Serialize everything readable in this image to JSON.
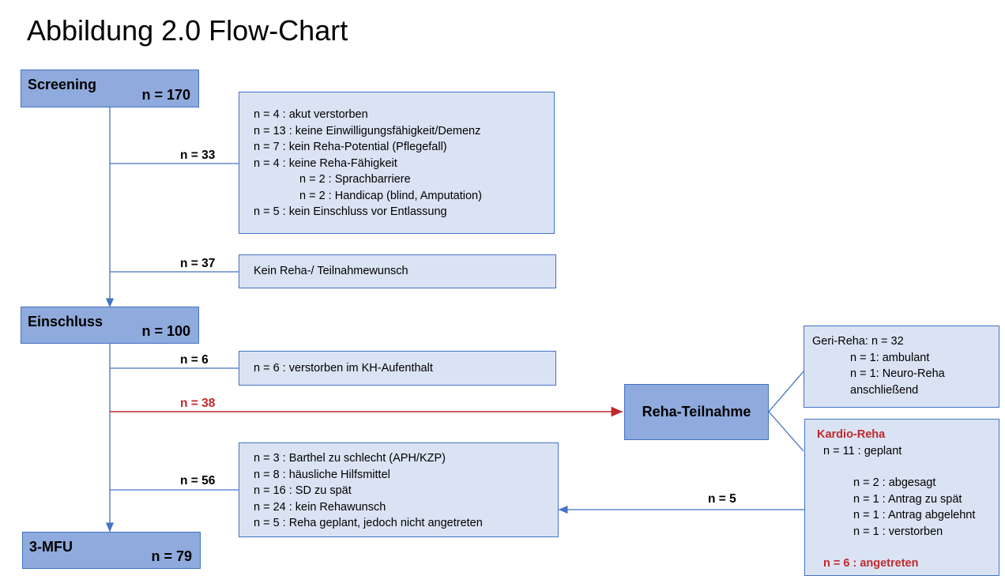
{
  "title": "Abbildung 2.0 Flow-Chart",
  "stages": {
    "screening": {
      "label": "Screening",
      "n": "n = 170"
    },
    "einschluss": {
      "label": "Einschluss",
      "n": "n = 100"
    },
    "mfu": {
      "label": "3-MFU",
      "n": "n = 79"
    }
  },
  "flows": {
    "excluded_33": "n = 33",
    "no_wish_37": "n = 37",
    "died_6": "n = 6",
    "reha_38": "n = 38",
    "other_56": "n = 56",
    "back_5": "n = 5"
  },
  "boxes": {
    "exclusions": [
      "n = 4   : akut verstorben",
      "n = 13 : keine Einwilligungsfähigkeit/Demenz",
      "n = 7   : kein Reha-Potential (Pflegefall)",
      "n = 4   : keine Reha-Fähigkeit",
      "n = 2 : Sprachbarriere",
      "n = 2 : Handicap (blind, Amputation)",
      "n = 5   : kein Einschluss vor Entlassung"
    ],
    "no_wish": "Kein Reha-/ Teilnahmewunsch",
    "died": "n = 6  : verstorben im KH-Aufenthalt",
    "reasons": [
      "n = 3   : Barthel zu schlecht (APH/KZP)",
      "n = 8   : häusliche Hilfsmittel",
      "n = 16 : SD zu spät",
      "n = 24 : kein Rehawunsch",
      "n = 5   : Reha geplant, jedoch nicht angetreten"
    ]
  },
  "reha": {
    "label": "Reha-Teilnahme",
    "geri": [
      "Geri-Reha: n = 32",
      "n = 1: ambulant",
      "n = 1: Neuro-Reha",
      "anschließend"
    ],
    "kardio": {
      "heading": "Kardio-Reha",
      "planned": "n = 11 : geplant",
      "items": [
        "n = 2 : abgesagt",
        "n = 1 : Antrag zu spät",
        "n = 1 : Antrag abgelehnt",
        "n = 1 : verstorben"
      ],
      "result": "n = 6 : angetreten"
    }
  },
  "colors": {
    "stage_fill": "#8faadc",
    "box_fill": "#dae3f3",
    "line_blue": "#4472c4",
    "accent_red": "#c0282d"
  }
}
